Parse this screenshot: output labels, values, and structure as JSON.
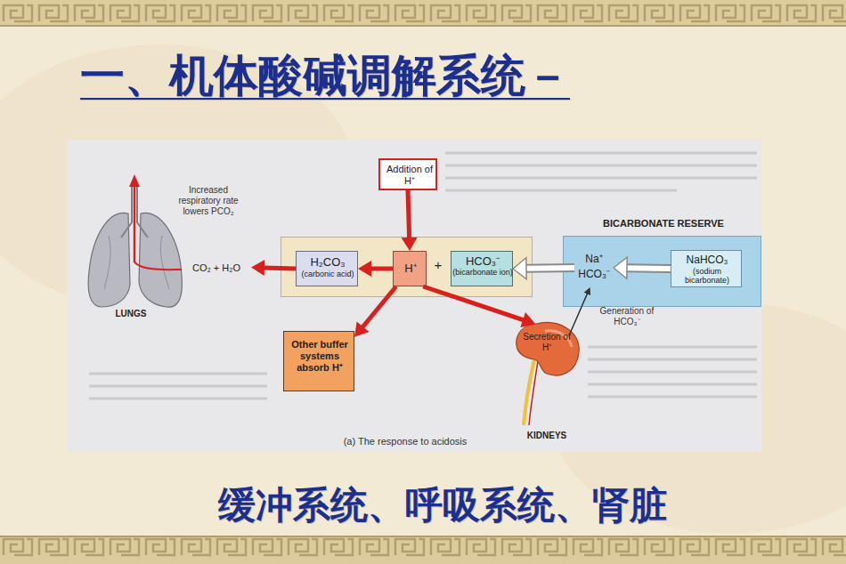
{
  "diagram": {
    "title": "一、机体酸碱调解系统－",
    "caption": "缓冲系统、呼吸系统、肾脏",
    "nodes": [
      {
        "text": [
          "Addition of H⁺"
        ]
      },
      {
        "text": [
          "+"
        ]
      },
      {
        "text": [
          "H₂CO₃",
          "(carbonic acid)"
        ],
        "in": 1
      },
      {
        "text": [
          "H⁺"
        ],
        "in": 1
      },
      {
        "text": [
          "HCO₃⁻",
          "(bicarbonate ion)"
        ],
        "in": 1
      },
      {
        "text": [
          "BICARBONATE RESERVE"
        ]
      },
      {
        "text": [
          "Na⁺ HCO₃⁻"
        ],
        "in": 5
      },
      {
        "text": [
          "NaHCO₃",
          "(sodium bicarbonate)"
        ],
        "in": 5
      },
      {
        "text": [
          "CO₂ + H₂O",
          "LUNGS"
        ]
      },
      {
        "text": [
          "Other buffer systems absorb H⁺"
        ]
      },
      {
        "text": [
          "Secretion of H⁺",
          "KIDNEYS"
        ]
      }
    ],
    "edges": [
      {
        "from": 0,
        "to": 3,
        "arrow": "to"
      },
      {
        "from": 3,
        "to": 2,
        "arrow": "to"
      },
      {
        "from": 2,
        "to": 8,
        "arrow": "to"
      },
      {
        "from": 3,
        "to": 9,
        "arrow": "to"
      },
      {
        "from": 3,
        "to": 10,
        "arrow": "to"
      },
      {
        "from": 7,
        "to": 6,
        "arrow": "to"
      },
      {
        "from": 6,
        "to": 4,
        "arrow": "to"
      },
      {
        "from": 10,
        "to": 6,
        "label": "Generation of HCO₃⁻",
        "arrow": "to"
      }
    ],
    "labels": [
      "Increased respiratory rate lowers PCO₂",
      "(a) The response to acidosis"
    ]
  }
}
